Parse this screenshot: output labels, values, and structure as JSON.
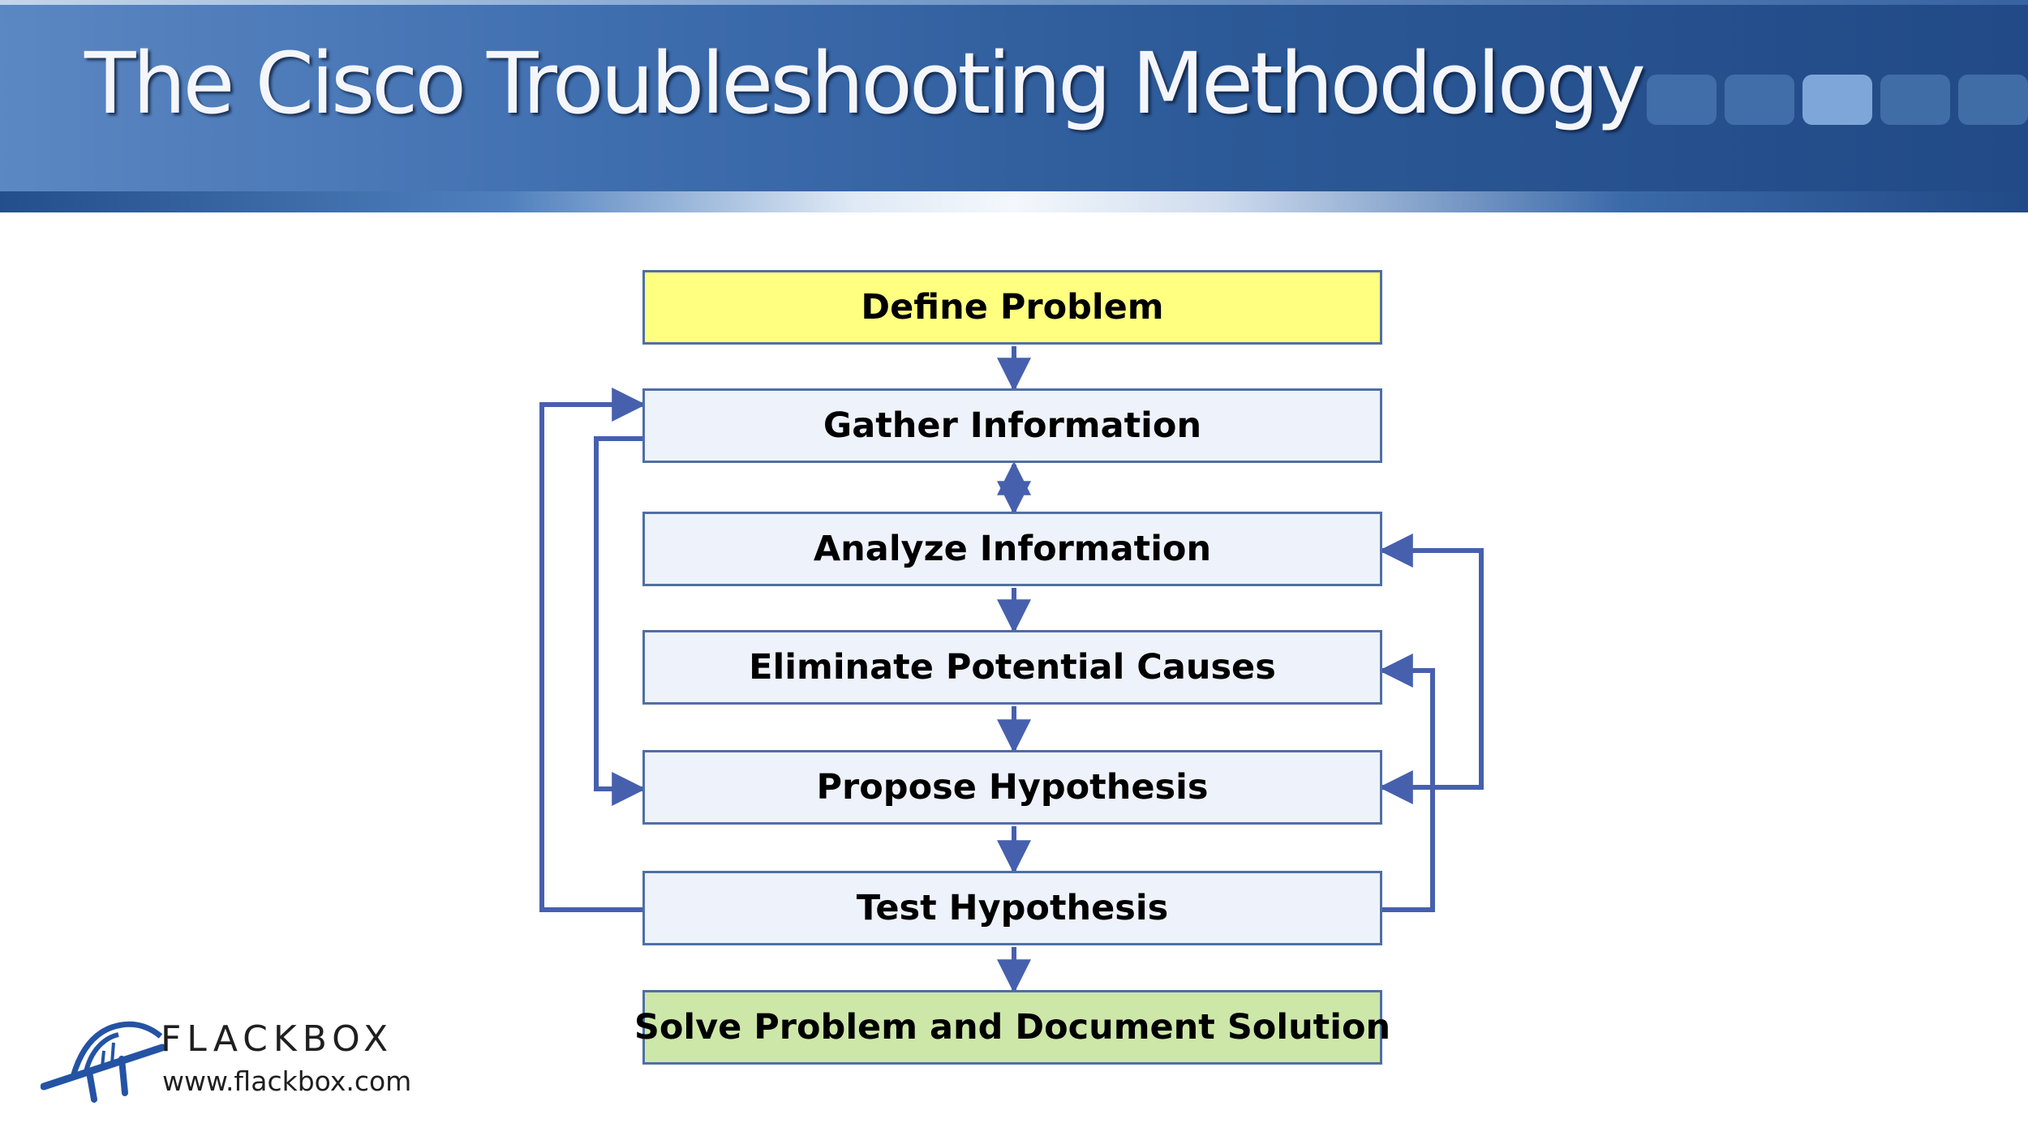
{
  "slide": {
    "title": "The Cisco Troubleshooting Methodology"
  },
  "flow": {
    "steps": [
      "Define Problem",
      "Gather Information",
      "Analyze Information",
      "Eliminate Potential Causes",
      "Propose Hypothesis",
      "Test Hypothesis",
      "Solve Problem and Document Solution"
    ],
    "colors": {
      "first": "#ffff80",
      "middle": "#eef2fa",
      "last": "#cde7a8",
      "border": "#4f6fa6",
      "connector": "#4660ae"
    },
    "connections": [
      {
        "from": "Define Problem",
        "to": "Gather Information"
      },
      {
        "from": "Gather Information",
        "to": "Analyze Information",
        "bidirectional": true
      },
      {
        "from": "Analyze Information",
        "to": "Eliminate Potential Causes"
      },
      {
        "from": "Eliminate Potential Causes",
        "to": "Propose Hypothesis"
      },
      {
        "from": "Propose Hypothesis",
        "to": "Test Hypothesis"
      },
      {
        "from": "Test Hypothesis",
        "to": "Solve Problem and Document Solution"
      },
      {
        "from": "Gather Information",
        "to": "Propose Hypothesis"
      },
      {
        "from": "Test Hypothesis",
        "to": "Gather Information"
      },
      {
        "from": "Propose Hypothesis",
        "to": "Analyze Information"
      },
      {
        "from": "Test Hypothesis",
        "to": "Eliminate Potential Causes"
      },
      {
        "from": "Test Hypothesis",
        "to": "Propose Hypothesis"
      }
    ]
  },
  "logo": {
    "name": "FLACKBOX",
    "url": "www.flackbox.com",
    "icon": "bridge-icon"
  }
}
